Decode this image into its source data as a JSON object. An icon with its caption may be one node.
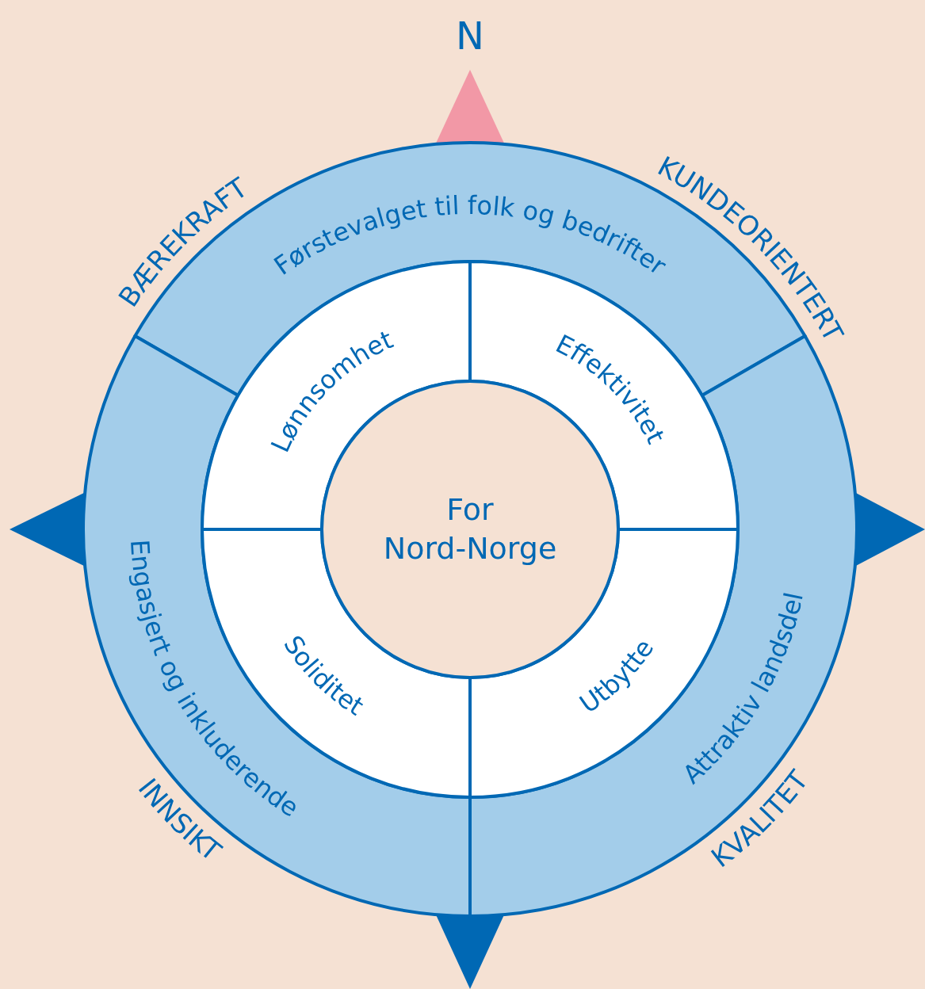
{
  "diagram": {
    "nodes": [
      {
        "text": [
          "Førstevalget til folk og bedrifter"
        ]
      },
      {
        "text": [
          "Engasjert og inkluderende"
        ]
      },
      {
        "text": [
          "Attraktiv landsdel"
        ]
      },
      {
        "text": [
          "Lønnsomhet"
        ]
      },
      {
        "text": [
          "Effektivitet"
        ]
      },
      {
        "text": [
          "Soliditet"
        ]
      },
      {
        "text": [
          "Utbytte"
        ]
      },
      {
        "text": [
          "For Nord-Norge"
        ]
      }
    ],
    "edges": [],
    "labels": [
      "N",
      "BÆREKRAFT",
      "KUNDEORIENTERT",
      "INNSIKT",
      "KVALITET"
    ]
  }
}
